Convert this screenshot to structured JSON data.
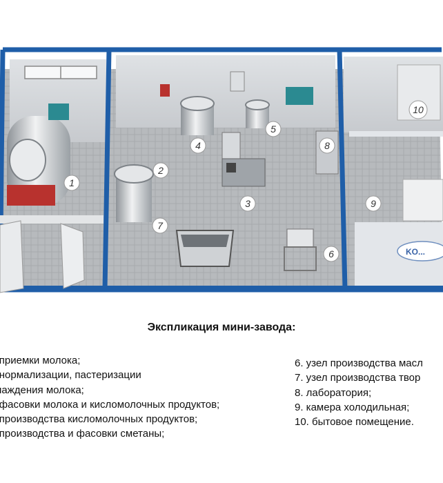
{
  "plan": {
    "markers": [
      "1",
      "2",
      "3",
      "4",
      "5",
      "6",
      "7",
      "8",
      "9",
      "10"
    ],
    "logo_text": "KO..."
  },
  "legend": {
    "title": "Экспликация мини-завода:",
    "left_items": [
      "ел приемки молока;",
      "ел нормализации, пастеризации",
      "охлаждения молока;",
      "ел фасовки молока и кисломолочных продуктов;",
      "ел производства кисломолочных продуктов;",
      "ел производства и фасовки сметаны;"
    ],
    "right_items": [
      "6. узел производства масл",
      "7. узел производства твор",
      "8. лаборатория;",
      "9. камера холодильная;",
      "10. бытовое помещение."
    ]
  },
  "colors": {
    "frame_blue": "#1f5ea8",
    "floor_gray": "#b9bcbf",
    "wall_gray": "#d5d8dc",
    "tank_silver": "#c9cdd1",
    "red_unit": "#b8322e",
    "teal_unit": "#2b8a91"
  }
}
